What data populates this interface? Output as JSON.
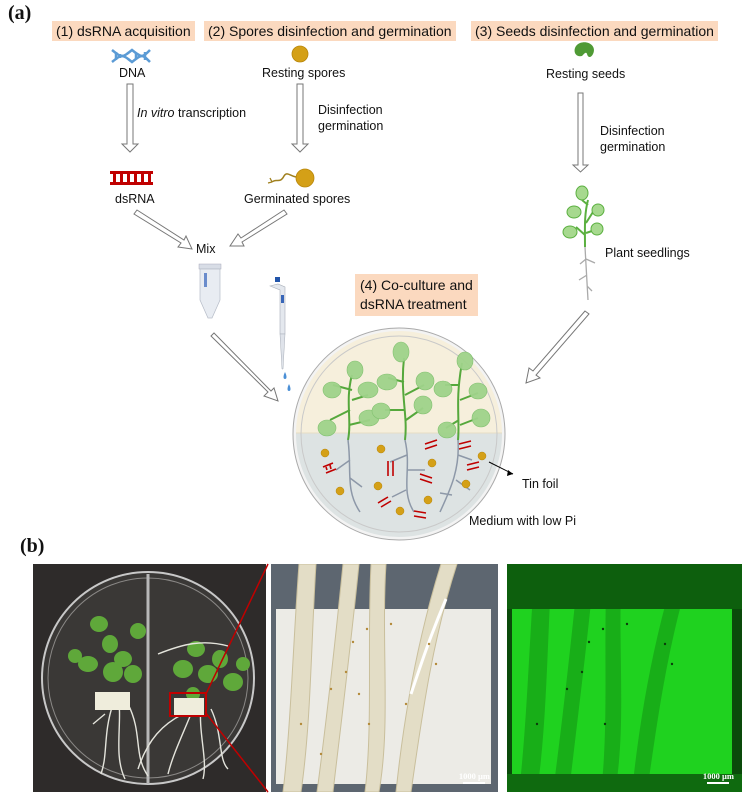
{
  "panel_a": {
    "label": "(a)",
    "steps": {
      "step1": "(1) dsRNA acquisition",
      "step2": "(2) Spores disinfection and germination",
      "step3": "(3) Seeds disinfection and germination",
      "step4_line1": "(4) Co-culture and",
      "step4_line2": "dsRNA treatment"
    },
    "nodes": {
      "dna": "DNA",
      "dsrna": "dsRNA",
      "resting_spores": "Resting spores",
      "germinated_spores": "Germinated spores",
      "resting_seeds": "Resting seeds",
      "plant_seedlings": "Plant seedlings",
      "mix": "Mix"
    },
    "arrow_labels": {
      "in_vitro_italic": "In vitro",
      "transcription": " transcription",
      "disinfection": "Disinfection",
      "germination": "germination",
      "seeds_disinfection": "Disinfection",
      "seeds_germination": "germination"
    },
    "dish_labels": {
      "tin_foil": "Tin foil",
      "medium": "Medium with low Pi"
    },
    "colors": {
      "step_bg": "#fbd9bf",
      "dna_blue": "#5b9bd5",
      "dsrna_red": "#c00000",
      "spore_gold": "#d4a017",
      "leaf_green": "#8fcf7e",
      "dish_upper": "#f6efdc",
      "dish_lower": "#dde3e3"
    }
  },
  "panel_b": {
    "label": "(b)",
    "images": [
      {
        "name": "petri-dish-photo",
        "description": "Seedlings in split Petri dish with tin foil strips"
      },
      {
        "name": "bright-field-micrograph",
        "scale_bar": "1000 µm"
      },
      {
        "name": "fluorescence-micrograph",
        "scale_bar": "1000 µm"
      }
    ],
    "zoom_box_color": "#c00000"
  }
}
